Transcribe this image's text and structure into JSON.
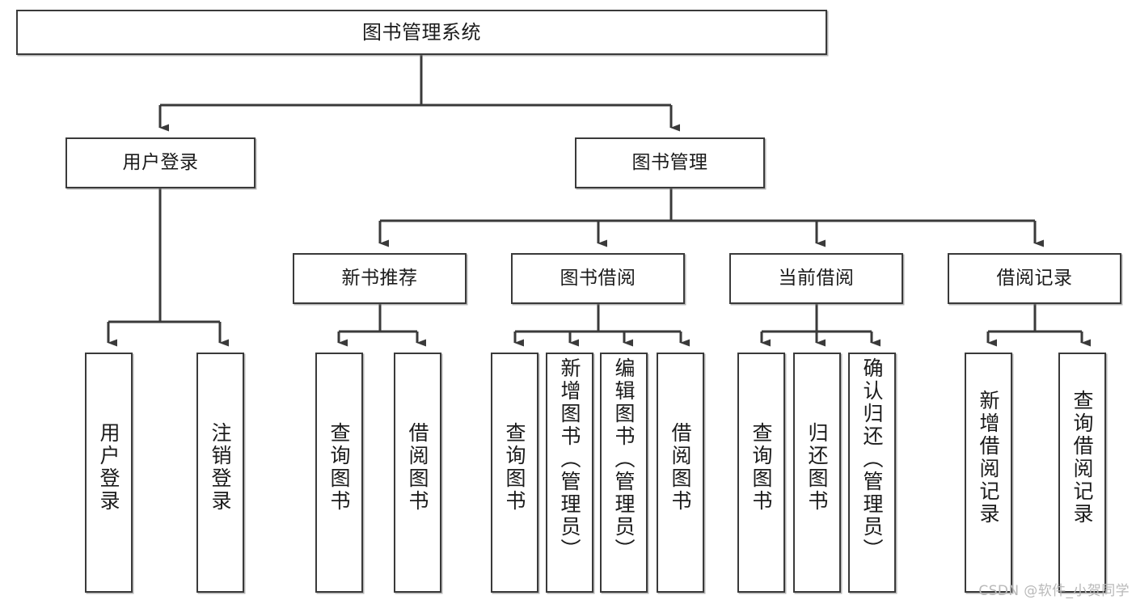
{
  "diagram": {
    "title": "图书管理系统",
    "watermark": "CSDN @软件_小贺同学",
    "accent_color": "#3a3a3a",
    "background_color": "#ffffff",
    "nodes": {
      "root": {
        "label": "图书管理系统"
      },
      "level2": [
        {
          "label": "用户登录"
        },
        {
          "label": "图书管理"
        }
      ],
      "level3": [
        {
          "label": "新书推荐"
        },
        {
          "label": "图书借阅"
        },
        {
          "label": "当前借阅"
        },
        {
          "label": "借阅记录"
        }
      ],
      "leaves": {
        "user_login": [
          {
            "label": "用户登录"
          },
          {
            "label": "注销登录"
          }
        ],
        "new_book": [
          {
            "label": "查询图书"
          },
          {
            "label": "借阅图书"
          }
        ],
        "book_borrow": [
          {
            "label": "查询图书"
          },
          {
            "label": "新增图书（管理员）"
          },
          {
            "label": "编辑图书（管理员）"
          },
          {
            "label": "借阅图书"
          }
        ],
        "current_borrow": [
          {
            "label": "查询图书"
          },
          {
            "label": "归还图书"
          },
          {
            "label": "确认归还（管理员）"
          }
        ],
        "borrow_record": [
          {
            "label": "新增借阅记录"
          },
          {
            "label": "查询借阅记录"
          }
        ]
      }
    }
  }
}
